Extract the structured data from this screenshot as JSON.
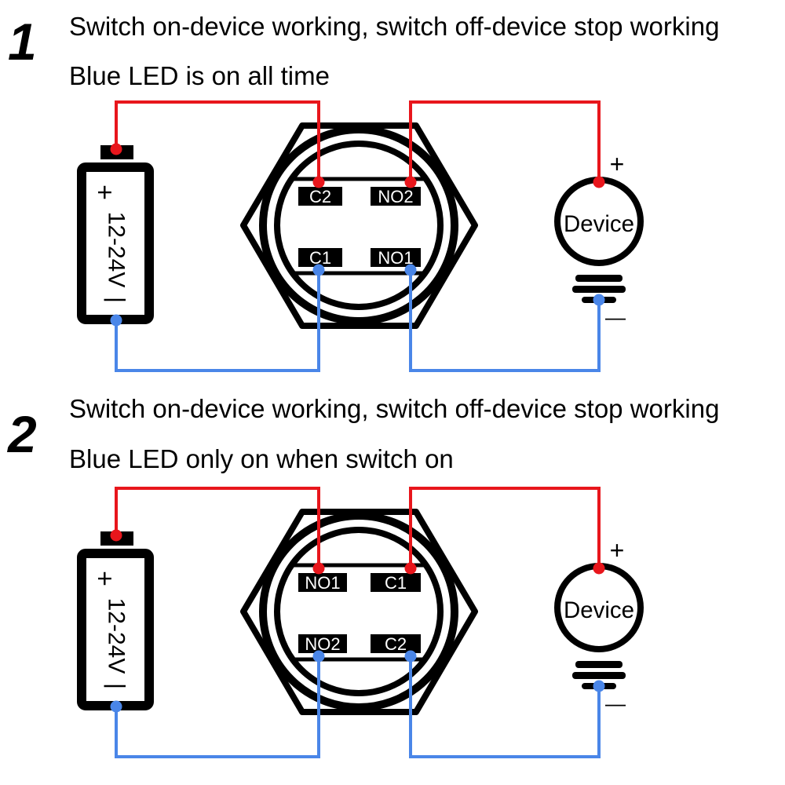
{
  "colors": {
    "positive": "#e8161c",
    "negative": "#4a86e8",
    "outline": "#000000"
  },
  "diagrams": [
    {
      "number": "1",
      "line1": "Switch on-device working, switch off-device stop working",
      "line2": "Blue LED is on all time",
      "battery_plus": "+",
      "battery_voltage": "12-24V",
      "battery_minus": "|",
      "terminals": {
        "top_left": "C2",
        "top_right": "NO2",
        "bottom_left": "C1",
        "bottom_right": "NO1"
      },
      "device_label": "Device",
      "device_plus": "+",
      "device_minus": "—"
    },
    {
      "number": "2",
      "line1": "Switch on-device working, switch off-device stop working",
      "line2": "Blue LED only on when switch on",
      "battery_plus": "+",
      "battery_voltage": "12-24V",
      "battery_minus": "|",
      "terminals": {
        "top_left": "NO1",
        "top_right": "C1",
        "bottom_left": "NO2",
        "bottom_right": "C2"
      },
      "device_label": "Device",
      "device_plus": "+",
      "device_minus": "—"
    }
  ]
}
